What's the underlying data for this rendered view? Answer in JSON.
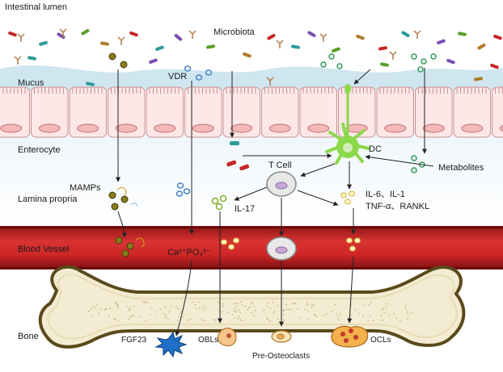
{
  "regions": {
    "lumen": "Intestinal lumen",
    "microbiota": "Microbiota",
    "mucus": "Mucus",
    "enterocyte": "Enterocyte",
    "lamina": "Lamina propria",
    "blood": "Blood Vessel",
    "bone": "Bone"
  },
  "labels": {
    "vdr": "VDR",
    "dc": "DC",
    "metabolites": "Metabolites",
    "mamps": "MAMPs",
    "tcell": "T Cell",
    "il17": "IL-17",
    "il6": "IL-6、IL-1",
    "tnf": "TNF-α、RANKL",
    "ca": "Ca²⁺PO₄³⁻",
    "fgf23": "FGF23",
    "obls": "OBLs",
    "ocls": "OCLs",
    "preosteo": "Pre-Osteoclasts"
  },
  "colors": {
    "mucus": "#cfe6f0",
    "enterocyte_fill": "#fde7e7",
    "nucleus": "#f4b8b8",
    "blood": "#c62828",
    "bone_fill": "#f3ecd2",
    "bone_edge": "#5a4a1a",
    "dc": "#8bd84a",
    "osteoclast": "#f2b14a"
  }
}
